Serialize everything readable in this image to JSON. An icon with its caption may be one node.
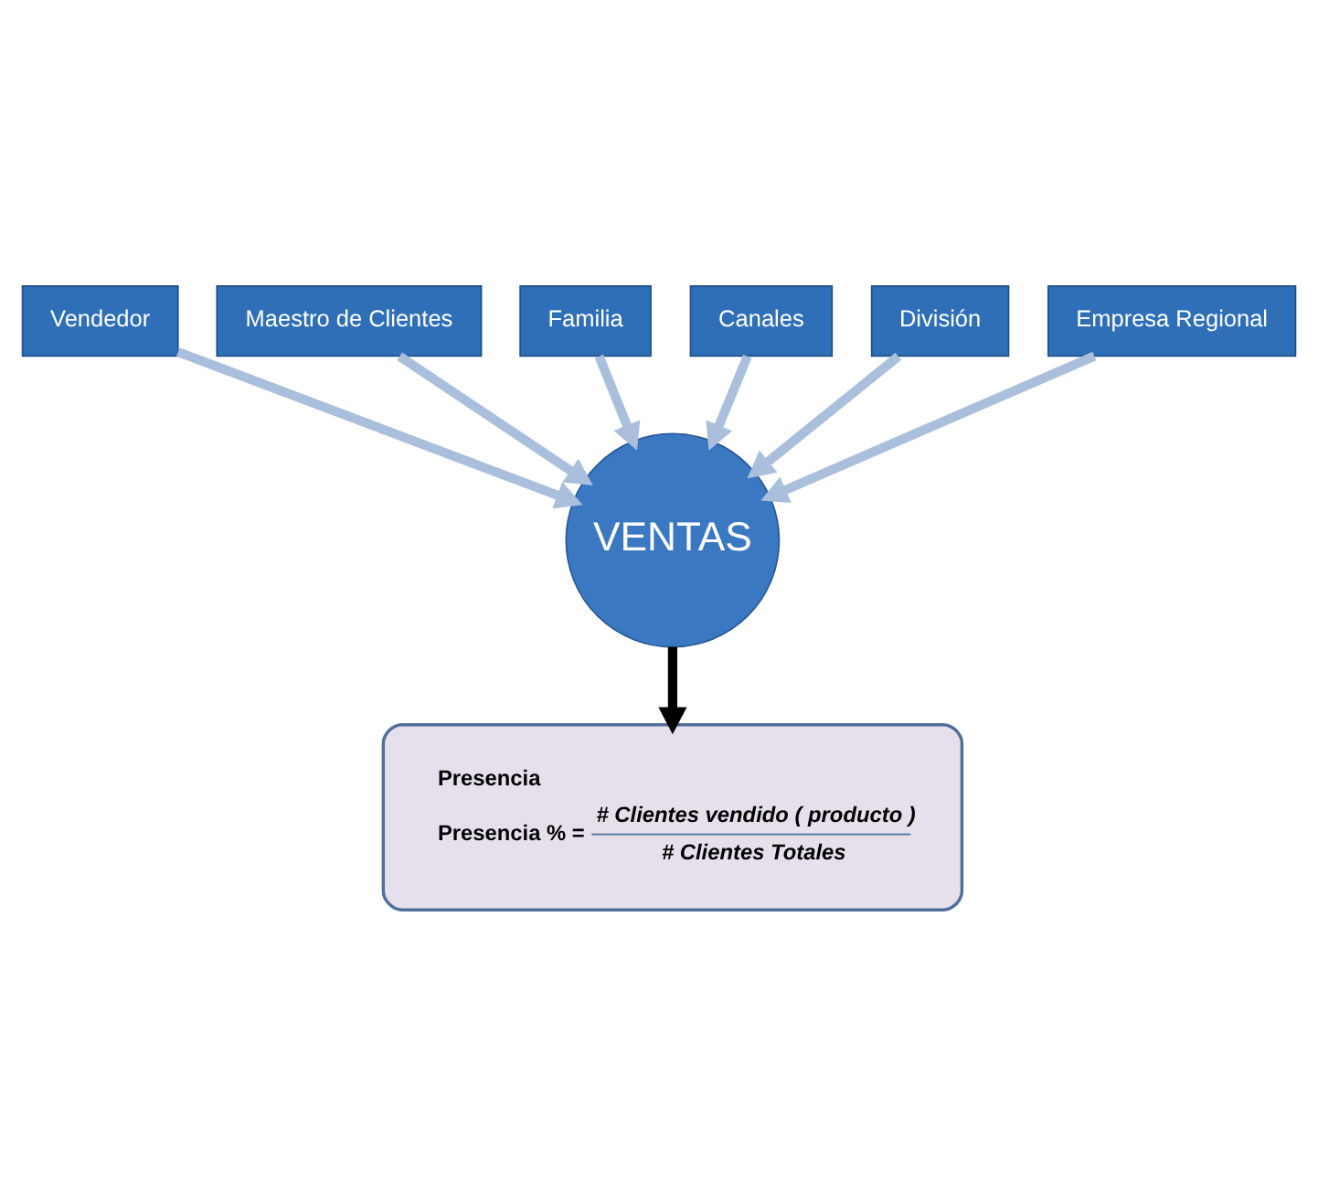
{
  "diagram": {
    "nodes": [
      {
        "text": [
          "Vendedor"
        ]
      },
      {
        "text": [
          "Maestro de Clientes"
        ]
      },
      {
        "text": [
          "Familia"
        ]
      },
      {
        "text": [
          "Canales"
        ]
      },
      {
        "text": [
          "División"
        ]
      },
      {
        "text": [
          "Empresa Regional"
        ]
      },
      {
        "text": [
          "VENTAS"
        ]
      },
      {
        "text": [
          "Presencia",
          "Presencia % =",
          "# Clientes vendido ( producto )",
          "# Clientes Totales"
        ]
      }
    ],
    "edges": [
      {
        "from": 0,
        "to": 6,
        "arrow": "to"
      },
      {
        "from": 1,
        "to": 6,
        "arrow": "to"
      },
      {
        "from": 2,
        "to": 6,
        "arrow": "to"
      },
      {
        "from": 3,
        "to": 6,
        "arrow": "to"
      },
      {
        "from": 4,
        "to": 6,
        "arrow": "to"
      },
      {
        "from": 5,
        "to": 6,
        "arrow": "to"
      },
      {
        "from": 6,
        "to": 7,
        "arrow": "to",
        "color": "#000000"
      }
    ]
  }
}
